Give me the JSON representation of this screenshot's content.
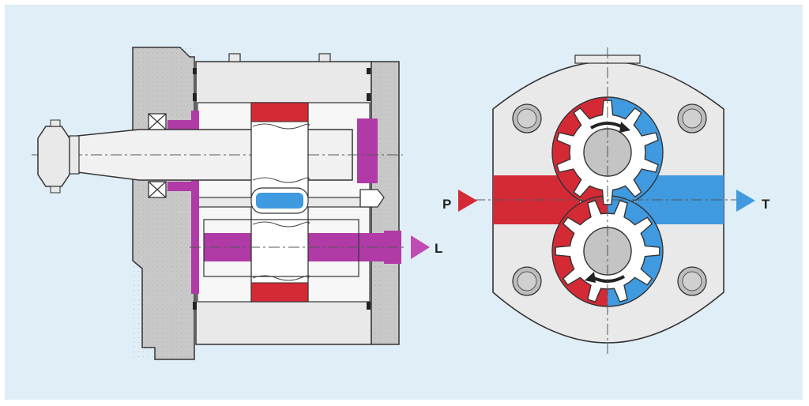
{
  "labels": {
    "pressure_port": "P",
    "tank_port": "T",
    "leak_port": "L"
  },
  "colors": {
    "background": "#dfeef7",
    "housing": "#c8c8c8",
    "housing_light": "#e9e9e9",
    "pressure": "#d42a36",
    "suction": "#3f9ae0",
    "leakage": "#b03aa6",
    "outline": "#333333",
    "arrow_pressure": "#d42a36",
    "arrow_tank": "#3f9ae0",
    "arrow_leak": "#c04bb5"
  },
  "gears": {
    "teeth": 10
  }
}
